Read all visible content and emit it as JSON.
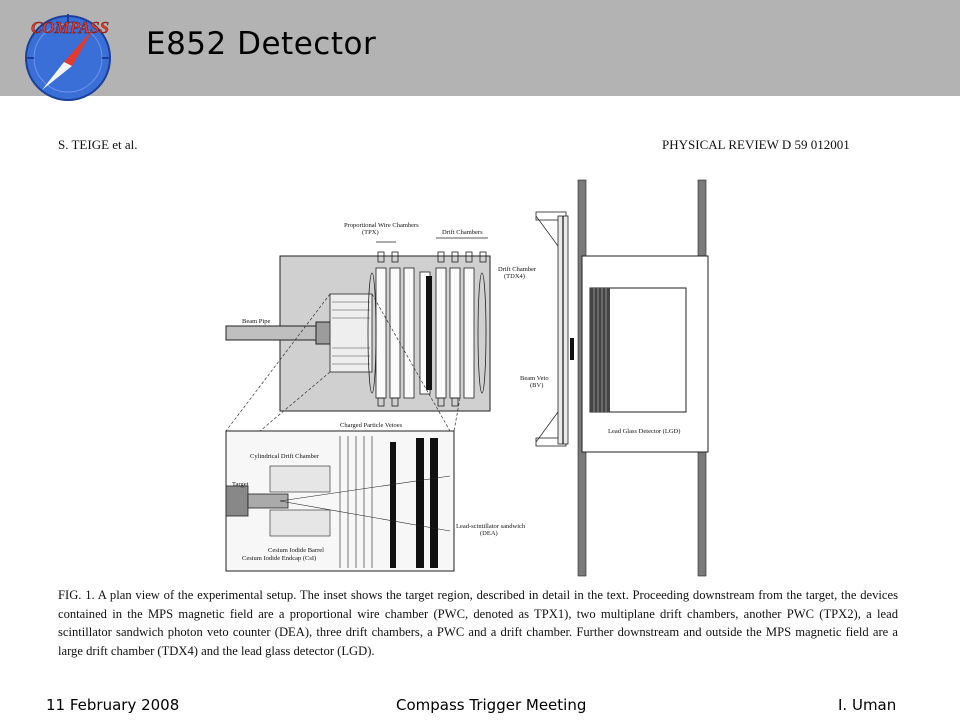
{
  "header": {
    "logo_text": "COMPASS",
    "title": "E852 Detector"
  },
  "paper": {
    "author_line": "S. TEIGE et al.",
    "journal_line": "PHYSICAL REVIEW D 59 012001"
  },
  "figure": {
    "labels": {
      "pwc": "Proportional Wire Chambers",
      "tpx": "(TPX)",
      "drift": "Drift Chambers",
      "drift_chamber": "Drift Chamber",
      "tdx4": "(TDX4)",
      "beam_pipe": "Beam Pipe",
      "beam_veto": "Beam Veto",
      "bv": "(BV)",
      "lgd": "Lead Glass Detector (LGD)",
      "cpv": "Charged Particle Vetoes",
      "cyl": "Cylindrical Drift Chamber",
      "target": "Target",
      "lead": "Lead-scintillator sandwich",
      "dea": "(DEA)",
      "csi_barrel": "Cesium Iodide Barrel",
      "csi_endcap": "Cesium Iodide Endcap (CsI)"
    }
  },
  "caption": "FIG. 1. A plan view of the experimental setup. The inset shows the target region, described in detail in the text. Proceeding downstream from the target, the devices contained in the MPS magnetic field are a proportional wire chamber (PWC, denoted as TPX1), two multiplane drift chambers, another PWC (TPX2), a lead scintillator sandwich photon veto counter (DEA), three drift chambers, a PWC and a drift chamber. Further downstream and outside the MPS magnetic field are a large drift chamber (TDX4) and the lead glass detector (LGD).",
  "footer": {
    "date": "11 February 2008",
    "event": "Compass Trigger Meeting",
    "author": "I. Uman"
  },
  "colors": {
    "header_bg": "#b3b3b3",
    "logo_blue": "#3a6fd8",
    "logo_red": "#e53a2a"
  }
}
